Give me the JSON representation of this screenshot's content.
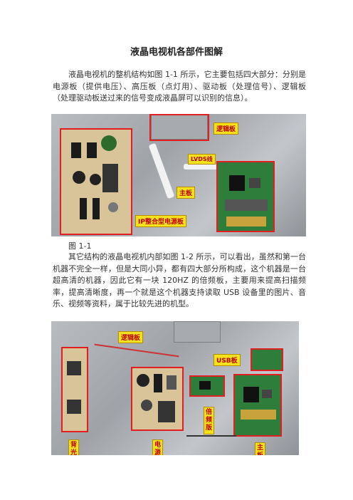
{
  "document": {
    "title": "液晶电视机各部件图解",
    "paragraph1": "液晶电视机的整机结构如图 1-1 所示，它主要包括四大部分：分别是电源板（提供电压）、高压板（点灯用）、驱动板（处理信号）、逻辑板（处理驱动板送过来的信号变成液晶屏可以识别的信息）。",
    "caption1": "图 1-1",
    "paragraph2": "其它结构的液晶电视机内部如图 1-2 所示，可以看出，虽然和第一台机器不完全一样，但是大同小异，都有四大部分所构成，这个机器是一台超高清的机器，因此它有一块 120HZ 的倍频板，主要用来提高扫描频率，提高清晰度，再一个就是这个机器支持读取 USB 设备里的图片、音乐、视频等资料，属于比较先进的机型。"
  },
  "figure1": {
    "labels": {
      "logic": "逻辑板",
      "lvds": "LVDS线",
      "main": "主板",
      "psu": "IP整合型电源板"
    }
  },
  "figure2": {
    "labels": {
      "logic": "逻辑板",
      "usb": "USB板",
      "doubler": "倍频版",
      "backlight": "背光",
      "power": "电源",
      "main": "主板"
    }
  }
}
